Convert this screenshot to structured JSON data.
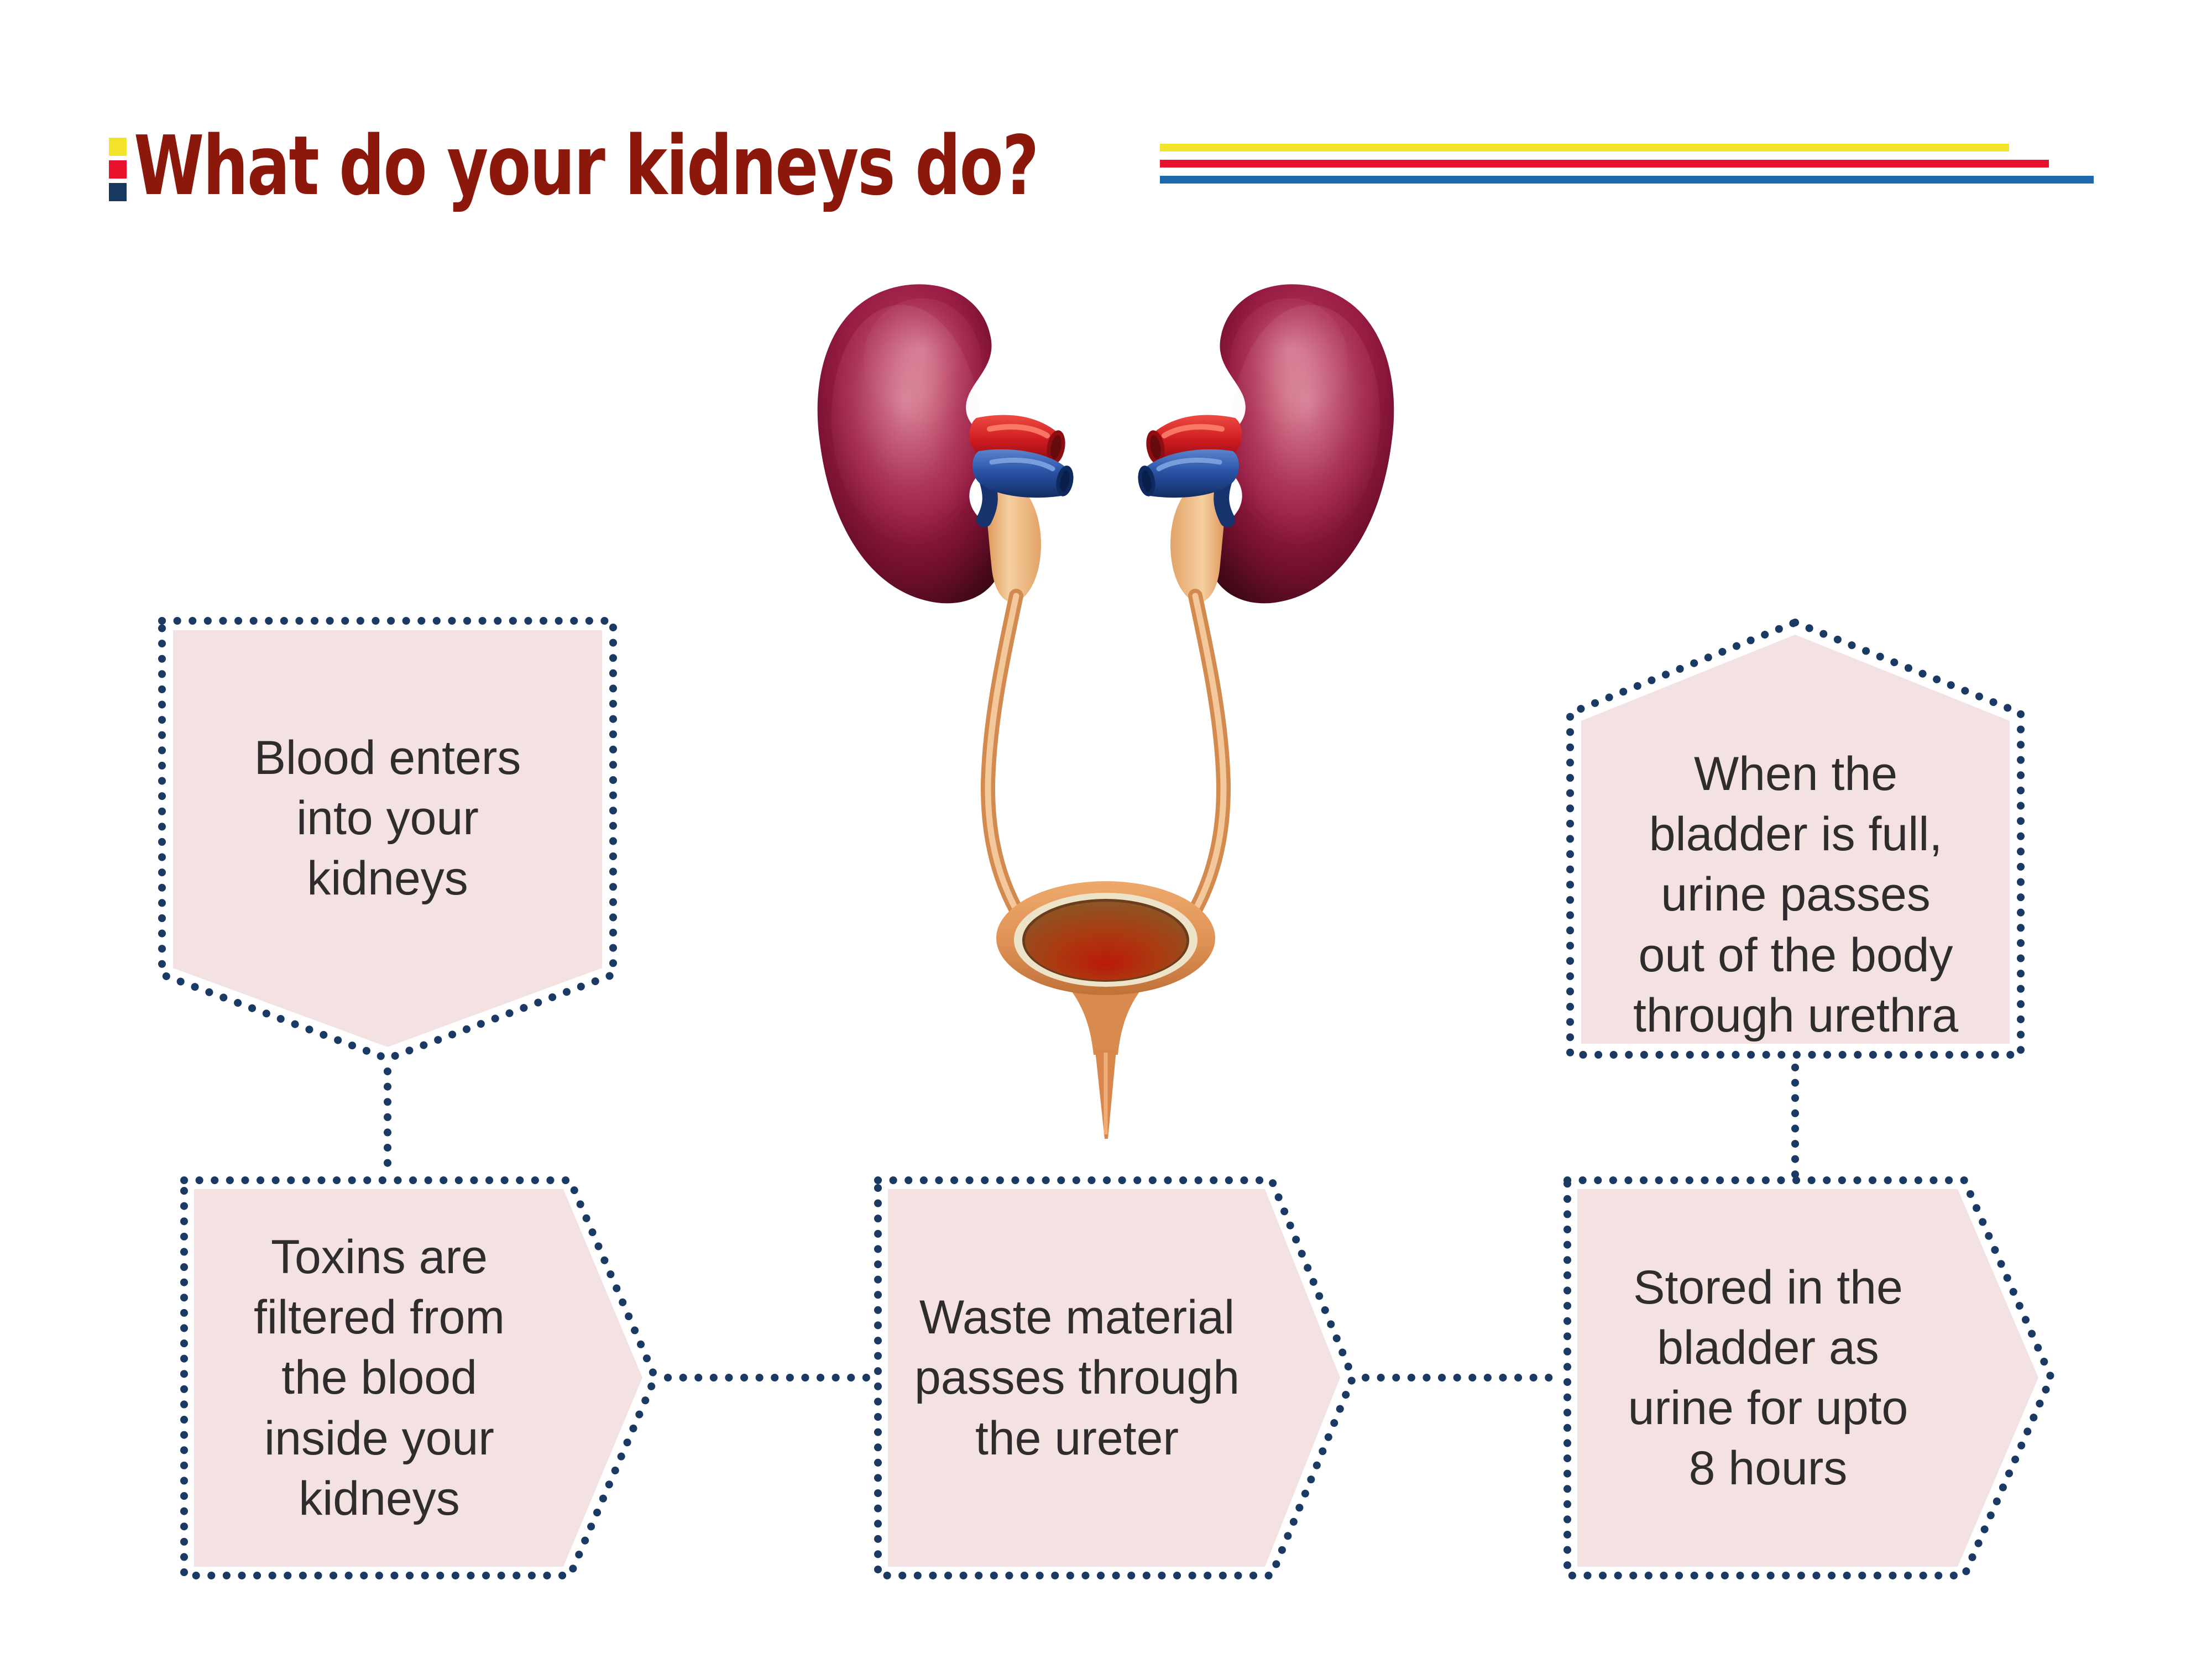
{
  "title": {
    "text": "What do your kidneys do?",
    "color": "#8c170b"
  },
  "decor": {
    "bullet_colors": [
      "#f3e32a",
      "#e8122d",
      "#173861"
    ],
    "underline_colors": [
      "#f3e32a",
      "#e8122d",
      "#1d69ae"
    ]
  },
  "illustration": {
    "label": "human kidneys with renal vessels, ureters, bladder and urethra",
    "colors": {
      "kidney": "#981c43",
      "artery": "#cd1a20",
      "vein": "#2a55a8",
      "ureter": "#e8a96e",
      "bladder": "#de9155",
      "bladder_ring": "#ece3c9",
      "urine": "#bb190b"
    }
  },
  "steps": [
    {
      "id": 1,
      "shape": "banner-down",
      "text": "Blood enters\ninto your\nkidneys"
    },
    {
      "id": 2,
      "shape": "arrow-right",
      "text": "Toxins are\nfiltered from\nthe blood\ninside your\nkidneys"
    },
    {
      "id": 3,
      "shape": "arrow-right",
      "text": "Waste material\npasses through\nthe ureter"
    },
    {
      "id": 4,
      "shape": "arrow-right",
      "text": "Stored in the\nbladder as\nurine for upto\n8 hours"
    },
    {
      "id": 5,
      "shape": "banner-up",
      "text": "When the\nbladder is full,\nurine passes\nout of the body\nthrough urethra"
    }
  ],
  "style": {
    "box_fill": "#f4e1e1",
    "dot_color": "#1b3a63",
    "text_color": "#2f2c2d",
    "background": "#ffffff"
  }
}
